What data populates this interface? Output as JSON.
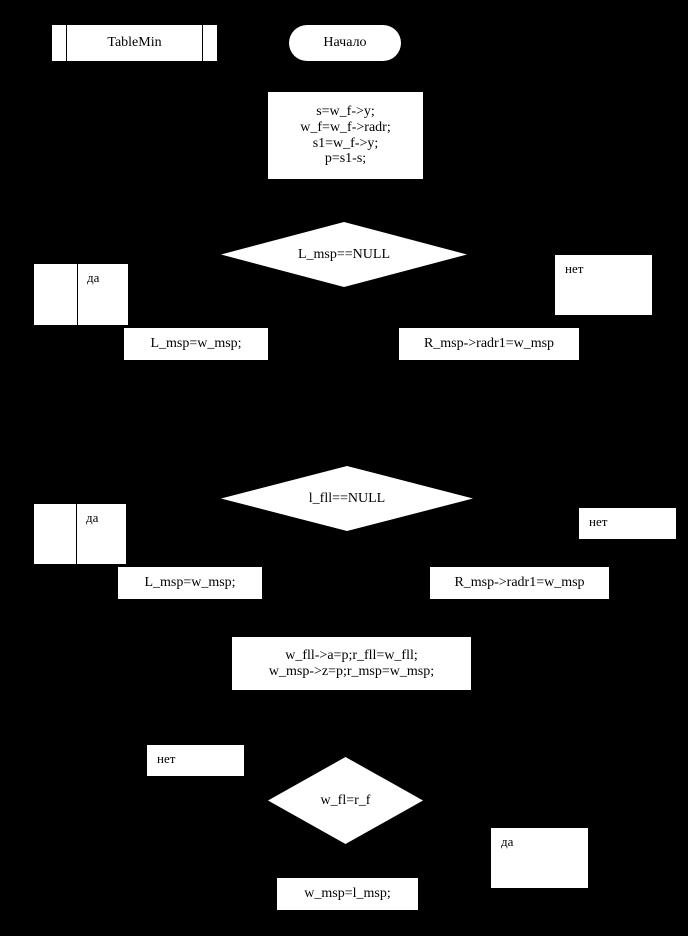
{
  "diagram": {
    "title": "Flowchart TableMin",
    "language": "ru",
    "background_color": "#000000",
    "node_fill_color": "#ffffff",
    "node_text_color": "#000000",
    "nodes": {
      "predefined_process": {
        "label": "TableMin"
      },
      "start_terminator": {
        "label": "Начало"
      },
      "init_process": {
        "label": "s=w_f->y;\nw_f=w_f->radr;\ns1=w_f->y;\np=s1-s;"
      },
      "decision_1": {
        "label": "L_msp==NULL"
      },
      "decision_1_yes": {
        "label": "да"
      },
      "decision_1_no": {
        "label": "нет"
      },
      "decision_1_yes_action": {
        "label": "L_msp=w_msp;"
      },
      "decision_1_no_action": {
        "label": "R_msp->radr1=w_msp"
      },
      "decision_2": {
        "label": "l_fll==NULL"
      },
      "decision_2_yes": {
        "label": "да"
      },
      "decision_2_no": {
        "label": "нет"
      },
      "decision_2_yes_action": {
        "label": "L_msp=w_msp;"
      },
      "decision_2_no_action": {
        "label": "R_msp->radr1=w_msp"
      },
      "assign_process": {
        "label": "w_fll->a=p;r_fll=w_fll;\nw_msp->z=p;r_msp=w_msp;"
      },
      "decision_3": {
        "label": "w_fl=r_f"
      },
      "decision_3_no": {
        "label": "нет"
      },
      "decision_3_yes": {
        "label": "да"
      },
      "decision_3_action": {
        "label": "w_msp=l_msp;"
      }
    }
  }
}
